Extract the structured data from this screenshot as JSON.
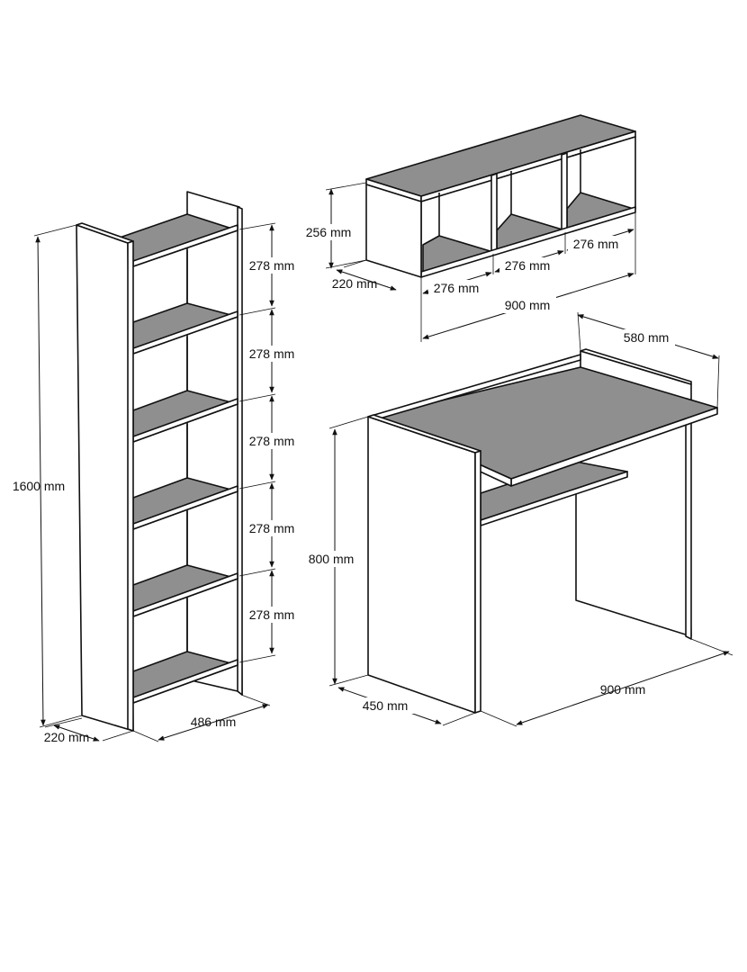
{
  "bookcase": {
    "height": "1600 mm",
    "depth": "220 mm",
    "width": "486 mm",
    "shelf_spacing": [
      "278 mm",
      "278 mm",
      "278 mm",
      "278 mm",
      "278 mm"
    ]
  },
  "wall_shelf": {
    "height": "256 mm",
    "depth": "220 mm",
    "width": "900 mm",
    "compartments": [
      "276 mm",
      "276 mm",
      "276 mm"
    ]
  },
  "desk": {
    "height": "800 mm",
    "depth": "450 mm",
    "width": "900 mm",
    "upper_width": "580 mm"
  },
  "colors": {
    "panel": "#ffffff",
    "shelf_surface": "#8f8f8f",
    "line": "#111111"
  }
}
